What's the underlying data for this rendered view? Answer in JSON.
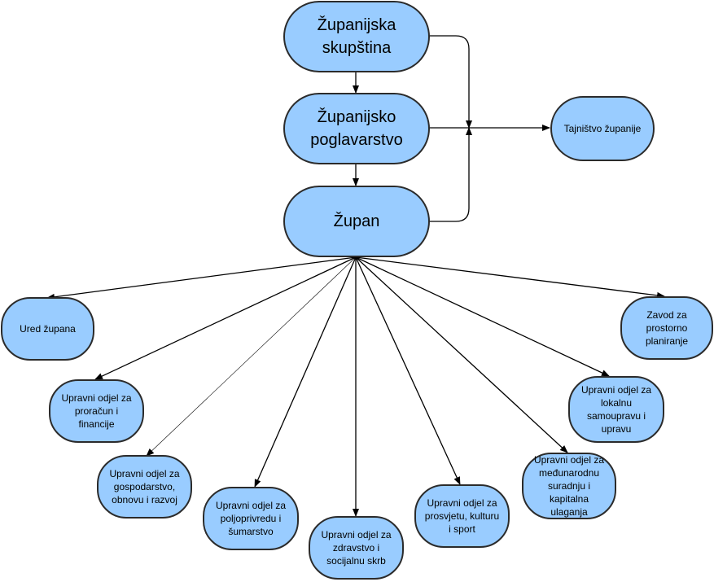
{
  "nodes": {
    "skupstina": "Županijska skupština",
    "poglavarstvo": "Županijsko poglavarstvo",
    "zupan": "Župan",
    "tajnistvo": "Tajništvo županije",
    "ured": "Ured župana",
    "zavod": "Zavod za prostorno planiranje",
    "proracun": "Upravni odjel za proračun i financije",
    "lokalnu": "Upravni odjel za lokalnu samoupravu i upravu",
    "gospodarstvo": "Upravni odjel za gospodarstvo, obnovu i razvoj",
    "medjunarodnu": "Upravni odjel za međunarodnu suradnju i kapitalna ulaganja",
    "poljoprivredu": "Upravni odjel za poljoprivredu i šumarstvo",
    "prosvjetu": "Upravni odjel za prosvjetu, kulturu i sport",
    "zdravstvo": "Upravni odjel za zdravstvo i socijalnu skrb"
  },
  "colors": {
    "node_fill": "#99ccff",
    "node_border": "#2b2b2b",
    "edge": "#000000"
  }
}
